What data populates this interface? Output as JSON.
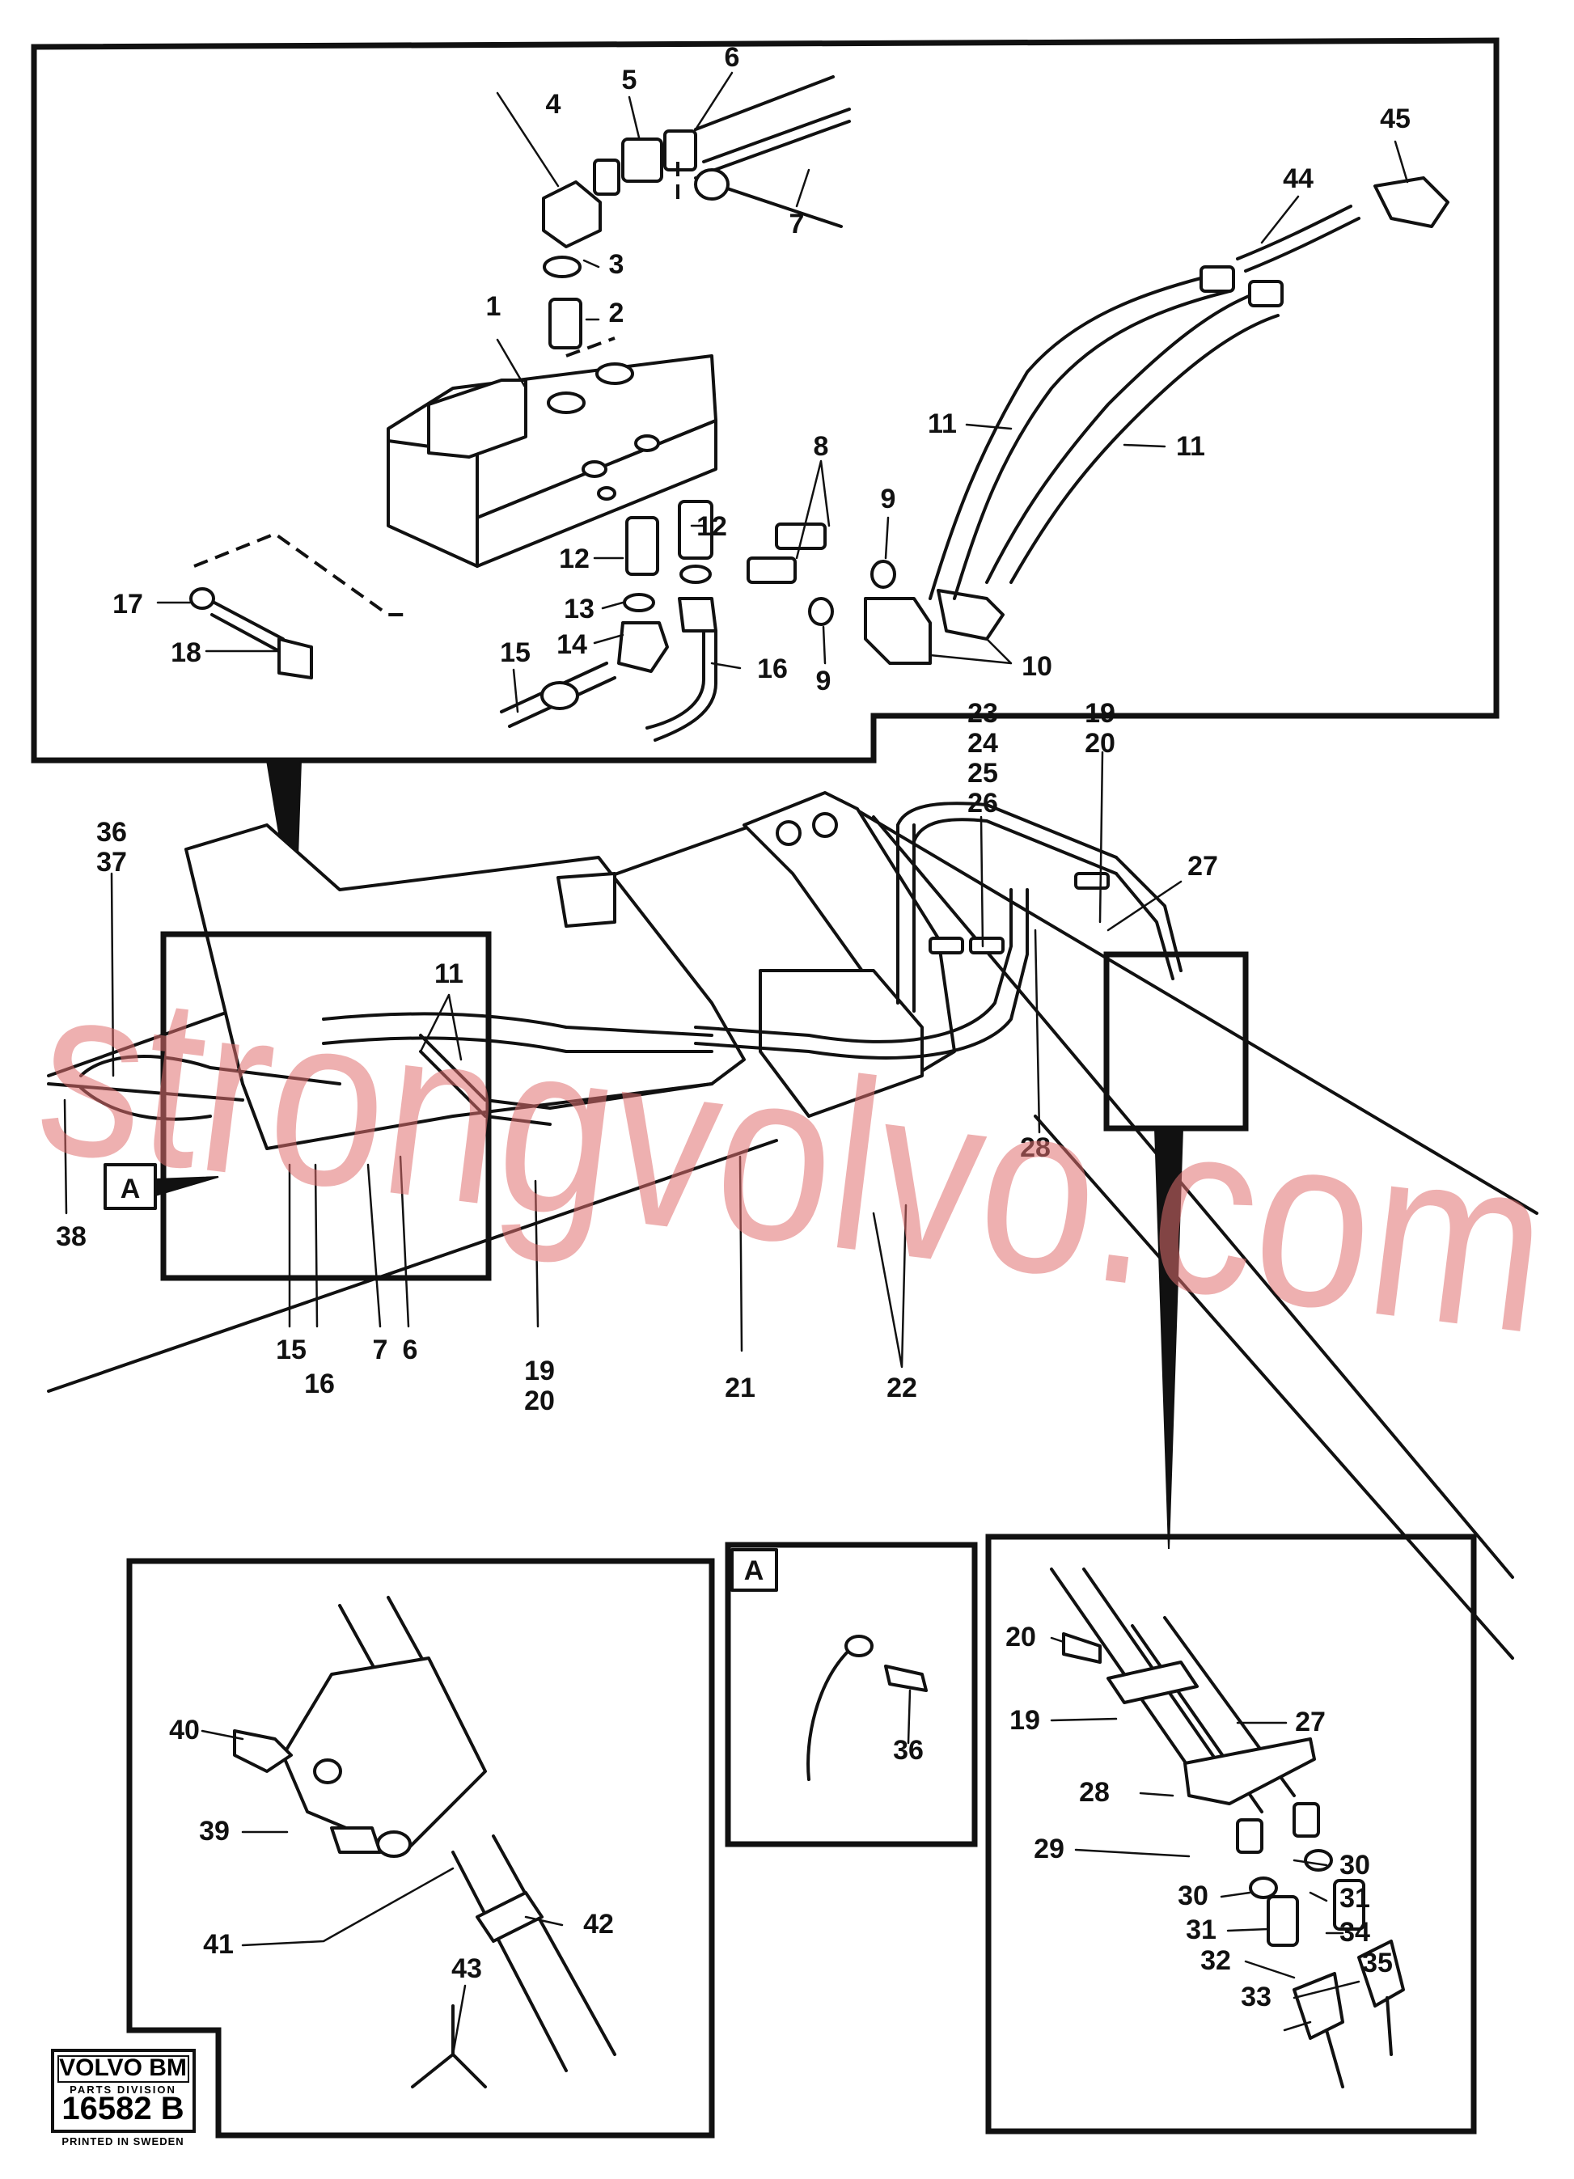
{
  "part_numbers": {
    "p1": "1",
    "p2": "2",
    "p3": "3",
    "p4": "4",
    "p5": "5",
    "p6": "6",
    "p7": "7",
    "p8": "8",
    "p9": "9",
    "p10": "10",
    "p11": "11",
    "p12": "12",
    "p13": "13",
    "p14": "14",
    "p15": "15",
    "p16": "16",
    "p17": "17",
    "p18": "18",
    "p19": "19",
    "p20": "20",
    "p21": "21",
    "p22": "22",
    "p23": "23",
    "p24": "24",
    "p25": "25",
    "p26": "26",
    "p27": "27",
    "p28": "28",
    "p29": "29",
    "p30": "30",
    "p31": "31",
    "p32": "32",
    "p33": "33",
    "p34": "34",
    "p35": "35",
    "p36": "36",
    "p37": "37",
    "p38": "38",
    "p39": "39",
    "p40": "40",
    "p41": "41",
    "p42": "42",
    "p43": "43",
    "p44": "44",
    "p45": "45"
  },
  "detail_marker": "A",
  "watermark": "strongvolvo.com",
  "stamp": {
    "brand": "VOLVO BM",
    "division": "PARTS DIVISION",
    "drawing_id": "16582 B",
    "footer": "PRINTED IN SWEDEN"
  },
  "colors": {
    "line": "#111111",
    "watermark": "#e07070",
    "background": "#ffffff"
  }
}
